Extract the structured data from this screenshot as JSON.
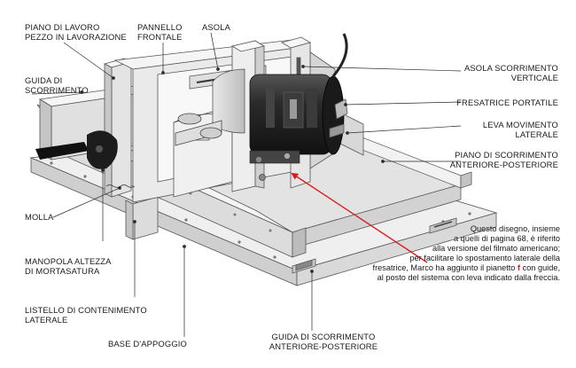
{
  "labels": {
    "piano_di_lavoro": "PIANO DI LAVORO\nPEZZO IN LAVORAZIONE",
    "pannello_frontale": "PANNELLO\nFRONTALE",
    "asola": "ASOLA",
    "guida_di_scorrimento": "GUIDA DI\nSCORRIMENTO",
    "asola_scorrimento_verticale": "ASOLA SCORRIMENTO\nVERTICALE",
    "fresatrice_portatile": "FRESATRICE PORTATILE",
    "leva_movimento_laterale": "LEVA MOVIMENTO\nLATERALE",
    "piano_di_scorrimento": "PIANO DI SCORRIMENTO\nANTERIORE-POSTERIORE",
    "molla": "MOLLA",
    "manopola_altezza": "MANOPOLA ALTEZZA\nDI MORTASATURA",
    "listello_contenimento": "LISTELLO DI CONTENIMENTO\nLATERALE",
    "base_appoggio": "BASE D'APPOGGIO",
    "guida_scorrimento_ant_post": "GUIDA DI SCORRIMENTO\nANTERIORE-POSTERIORE"
  },
  "caption": {
    "before": "Questo disegno, insieme\na quelli di pagina 68, è riferito\nalla versione del filmato americano;\nper facilitare lo spostamento laterale della\nfresatrice, Marco ha aggiunto il pianetto ",
    "highlight": "f",
    "after": " con guide,\nal posto del sistema con leva indicato dalla freccia."
  },
  "colors": {
    "accent_arrow": "#d7201d",
    "wood_light": "#f1f1f1",
    "wood_mid": "#dcdcdc",
    "wood_dark": "#b9b9b9",
    "motor": "#2a2a2a"
  }
}
